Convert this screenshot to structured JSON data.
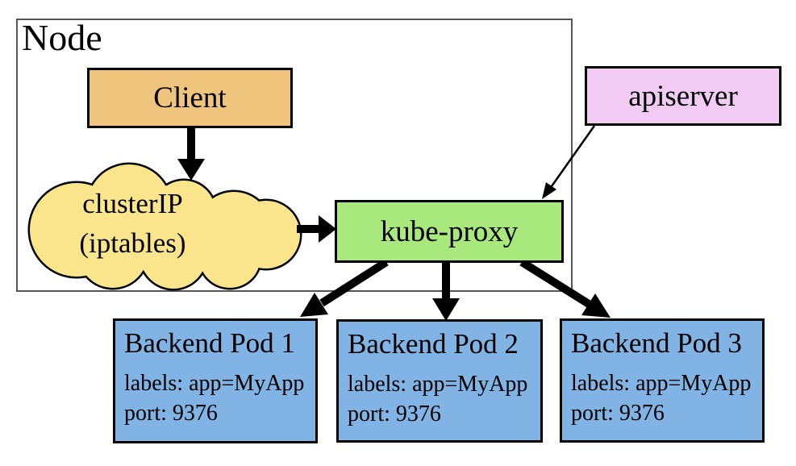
{
  "diagram": {
    "node_label": "Node",
    "client_label": "Client",
    "cluster_ip": {
      "line1": "clusterIP",
      "line2": "(iptables)"
    },
    "kube_proxy_label": "kube-proxy",
    "apiserver_label": "apiserver",
    "pods": [
      {
        "title": "Backend Pod 1",
        "labels": "labels: app=MyApp",
        "port": "port: 9376"
      },
      {
        "title": "Backend Pod 2",
        "labels": "labels: app=MyApp",
        "port": "port: 9376"
      },
      {
        "title": "Backend Pod 3",
        "labels": "labels: app=MyApp",
        "port": "port: 9376"
      }
    ],
    "colors": {
      "client": "#EFC57E",
      "cloud": "#FAE58C",
      "kube_proxy": "#A8E87C",
      "apiserver": "#F2CBF5",
      "pod": "#81B3E4",
      "outline": "#000000"
    }
  }
}
